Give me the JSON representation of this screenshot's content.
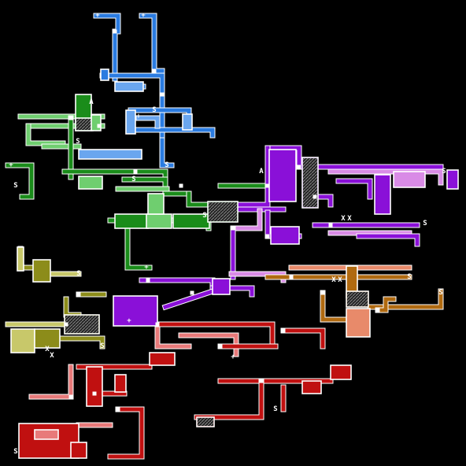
{
  "map": {
    "background": "#000000",
    "legend_glyphs": {
      "save_point": "S",
      "item_pickup": "+",
      "spawn": "A",
      "blocked": "X",
      "door": "o"
    },
    "zones": [
      {
        "id": "blue",
        "color": "#2a7be0",
        "light": "#6aa6ef",
        "dark": "#1a4f99"
      },
      {
        "id": "green",
        "color": "#1a8c1a",
        "light": "#6fce6f",
        "dark": "#0d5a0d"
      },
      {
        "id": "purple",
        "color": "#8a10d8",
        "light": "#d98be6",
        "dark": "#5c0a94"
      },
      {
        "id": "olive",
        "color": "#8c8c1a",
        "light": "#c8c86a",
        "dark": "#5a5a0d"
      },
      {
        "id": "orange",
        "color": "#b06a10",
        "light": "#e88a6a",
        "dark": "#7a4a0a"
      },
      {
        "id": "crimson",
        "color": "#c01010",
        "light": "#e87a7a",
        "dark": "#7a0a0a"
      }
    ]
  }
}
